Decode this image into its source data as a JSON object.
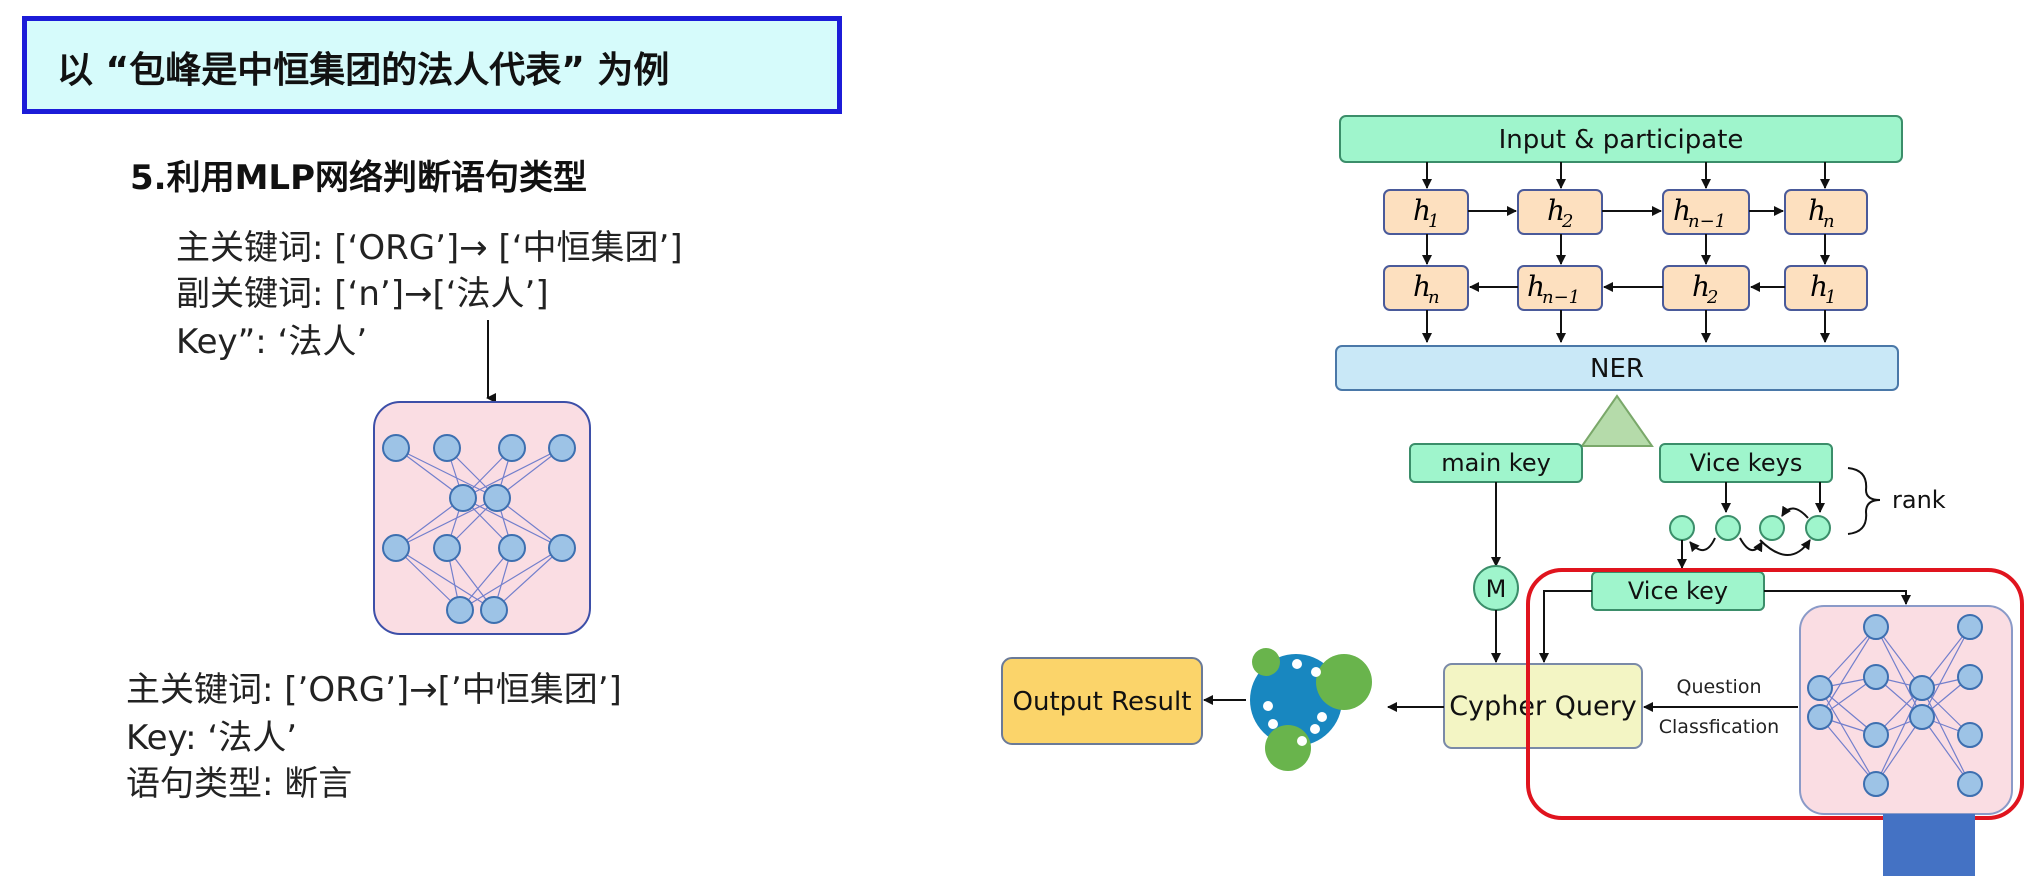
{
  "title": "以 “包峰是中恒集团的法人代表” 为例",
  "step_heading": "5.利用MLP网络判断语句类型",
  "input_block": {
    "main_keywords": "主关键词: [‘ORG’]→ [‘中恒集团’]",
    "vice_keywords": "副关键词: [‘n’]→[‘法人’]",
    "key": "Key”: ‘法人’"
  },
  "output_block": {
    "main_keywords": "主关键词: [’ORG’]→[’中恒集团’]",
    "key": "Key: ‘法人’",
    "sentence_type": "语句类型: 断言"
  },
  "diagram": {
    "input_label": "Input & participate",
    "forward_row": [
      {
        "base": "h",
        "sub": "1"
      },
      {
        "base": "h",
        "sub": "2"
      },
      {
        "base": "h",
        "sub": "n−1"
      },
      {
        "base": "h",
        "sub": "n"
      }
    ],
    "backward_row": [
      {
        "base": "h",
        "sub": "n"
      },
      {
        "base": "h",
        "sub": "n−1"
      },
      {
        "base": "h",
        "sub": "2"
      },
      {
        "base": "h",
        "sub": "1"
      }
    ],
    "ner_label": "NER",
    "main_key_label": "main key",
    "vice_keys_label": "Vice keys",
    "rank_label": "rank",
    "m_label": "M",
    "vice_key_label": "Vice key",
    "cypher_label": "Cypher Query",
    "output_label": "Output Result",
    "question_label": "Question",
    "classification_label": "Classfication"
  },
  "colors": {
    "title_border": "#1c1cd8",
    "title_bg": "#d6fbfb",
    "green_box": "#9ff5cc",
    "orange_box": "#fde0bf",
    "ner_box": "#c9e8f7",
    "pink_panel": "#fadde3",
    "node_blue": "#9dc3e6",
    "cypher_box": "#f3f5c4",
    "output_box": "#fbd46a",
    "red_outline": "#e0141e",
    "blue_rect": "#4472c4"
  }
}
